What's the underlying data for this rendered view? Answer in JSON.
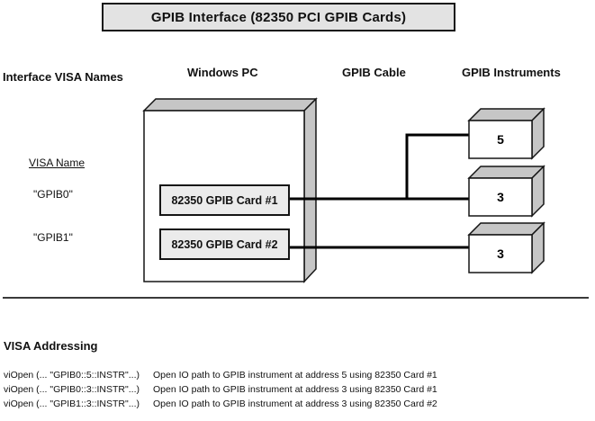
{
  "title": "GPIB Interface (82350 PCI GPIB Cards)",
  "columns": {
    "interface_visa_names": "Interface VISA Names",
    "windows_pc": "Windows PC",
    "gpib_cable": "GPIB Cable",
    "gpib_instruments": "GPIB Instruments"
  },
  "visa": {
    "heading": "VISA Name",
    "names": [
      "\"GPIB0\"",
      "\"GPIB1\""
    ]
  },
  "cards": [
    {
      "label": "82350 GPIB Card #1"
    },
    {
      "label": "82350 GPIB Card #2"
    }
  ],
  "instruments": [
    {
      "address": "5"
    },
    {
      "address": "3"
    },
    {
      "address": "3"
    }
  ],
  "addressing": {
    "heading": "VISA Addressing",
    "rows": [
      {
        "call": "viOpen (... \"GPIB0::5::INSTR\"...)",
        "description": "Open IO path to GPIB instrument at address 5 using 82350 Card #1"
      },
      {
        "call": "viOpen (... \"GPIB0::3::INSTR\"...)",
        "description": "Open IO path to GPIB instrument at address 3 using 82350 Card #1"
      },
      {
        "call": "viOpen (... \"GPIB1::3::INSTR\"...)",
        "description": "Open IO path to GPIB instrument at address 3 using 82350 Card #2"
      }
    ]
  },
  "colors": {
    "box_face": "#ffffff",
    "box_shade": "#c6c6c6",
    "panel_fill": "#e3e3e3",
    "card_fill": "#ebebeb",
    "line": "#151515",
    "wire": "#000000"
  }
}
